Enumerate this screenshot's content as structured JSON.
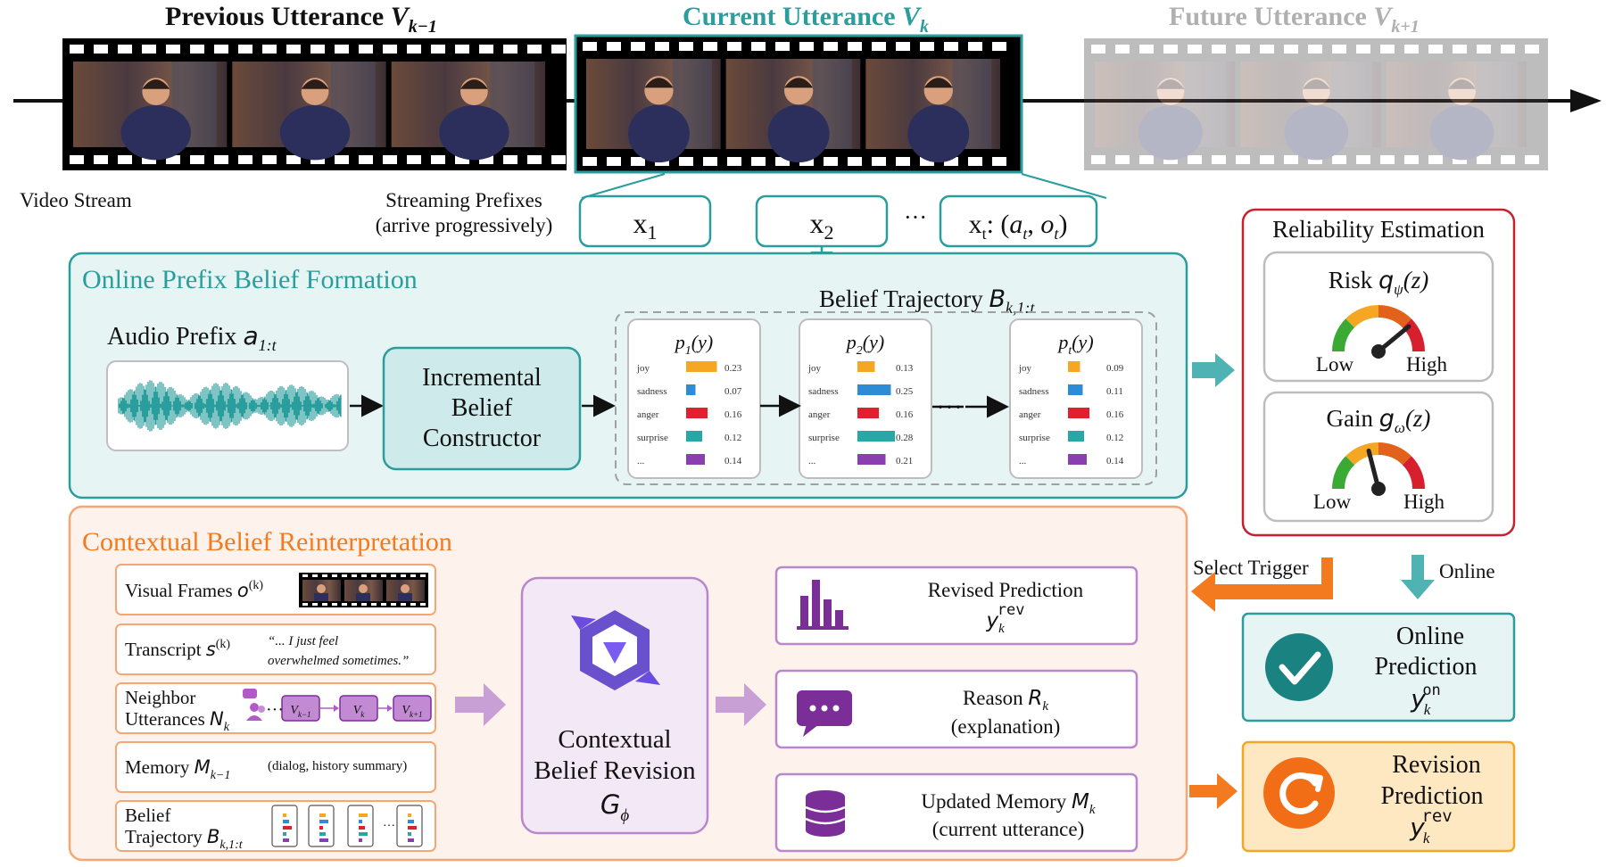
{
  "utterances": {
    "previous": {
      "label": "Previous Utterance ",
      "var": "V",
      "sub": "k−1"
    },
    "current": {
      "label": "Current Utterance ",
      "var": "V",
      "sub": "k"
    },
    "future": {
      "label": "Future Utterance ",
      "var": "V",
      "sub": "k+1"
    }
  },
  "stream": {
    "video_stream": "Video Stream",
    "prefix_line1": "Streaming Prefixes",
    "prefix_line2": "(arrive progressively)",
    "x1": "x",
    "x1_sub": "1",
    "x2": "x",
    "x2_sub": "2",
    "dots": "···",
    "xt": "x",
    "xt_sub": "t",
    "xt_rest": ": (",
    "xt_a": "a",
    "xt_o": "o",
    "xt_close": ")"
  },
  "online_belief": {
    "title": "Online Prefix Belief Formation",
    "audio_label": "Audio Prefix ",
    "audio_var": "a",
    "audio_sub": "1:t",
    "constructor_lines": [
      "Incremental",
      "Belief",
      "Constructor"
    ],
    "trajectory_label": "Belief Trajectory ",
    "trajectory_var": "B",
    "trajectory_sub": "k,1:t",
    "ellipsis": "···",
    "cards": [
      {
        "title": "p",
        "sub": "1",
        "rest": "(y)",
        "rows": [
          {
            "label": "joy",
            "value": 0.23,
            "color": "#f5a623"
          },
          {
            "label": "sadness",
            "value": 0.07,
            "color": "#2e8bd6"
          },
          {
            "label": "anger",
            "value": 0.16,
            "color": "#e0202e"
          },
          {
            "label": "surprise",
            "value": 0.12,
            "color": "#2aa6a6"
          },
          {
            "label": "...",
            "value": 0.14,
            "color": "#8a3fb0"
          }
        ]
      },
      {
        "title": "p",
        "sub": "2",
        "rest": "(y)",
        "rows": [
          {
            "label": "joy",
            "value": 0.13,
            "color": "#f5a623"
          },
          {
            "label": "sadness",
            "value": 0.25,
            "color": "#2e8bd6"
          },
          {
            "label": "anger",
            "value": 0.16,
            "color": "#e0202e"
          },
          {
            "label": "surprise",
            "value": 0.28,
            "color": "#2aa6a6"
          },
          {
            "label": "...",
            "value": 0.21,
            "color": "#8a3fb0"
          }
        ]
      },
      {
        "title": "p",
        "sub": "t",
        "rest": "(y)",
        "rows": [
          {
            "label": "joy",
            "value": 0.09,
            "color": "#f5a623"
          },
          {
            "label": "sadness",
            "value": 0.11,
            "color": "#2e8bd6"
          },
          {
            "label": "anger",
            "value": 0.16,
            "color": "#e0202e"
          },
          {
            "label": "surprise",
            "value": 0.12,
            "color": "#2aa6a6"
          },
          {
            "label": "...",
            "value": 0.14,
            "color": "#8a3fb0"
          }
        ]
      }
    ]
  },
  "reliability": {
    "title": "Reliability  Estimation",
    "risk": {
      "label": "Risk ",
      "var": "q",
      "sub": "ψ",
      "rest": "(z)",
      "low": "Low",
      "high": "High",
      "level": 0.78
    },
    "gain": {
      "label": "Gain ",
      "var": "g",
      "sub": "ω",
      "rest": "(z)",
      "low": "Low",
      "high": "High",
      "level": 0.42
    }
  },
  "decision": {
    "select_trigger": "Select Trigger",
    "online": "Online",
    "online_prediction_lines": [
      "Online",
      "Prediction"
    ],
    "online_var": "y",
    "online_sub": "k",
    "online_sup": "on",
    "revision_prediction_lines": [
      "Revision",
      "Prediction"
    ],
    "revision_var": "y",
    "revision_sub": "k",
    "revision_sup": "rev"
  },
  "contextual": {
    "title": "Contextual Belief Reinterpretation",
    "visual_frames": "Visual Frames ",
    "visual_var": "o",
    "visual_sup": "(k)",
    "transcript": "Transcript ",
    "transcript_var": "s",
    "transcript_sup": "(k)",
    "transcript_quote_1": "“... I just feel",
    "transcript_quote_2": "overwhelmed sometimes.”",
    "neighbor_line1": "Neighbor",
    "neighbor_line2": "Utterances ",
    "neighbor_var": "N",
    "neighbor_sub": "k",
    "chain": [
      "V",
      "V",
      "V"
    ],
    "chain_subs": [
      "k−1",
      "k",
      "k+1"
    ],
    "memory": "Memory ",
    "memory_var": "M",
    "memory_sub": "k−1",
    "memory_note": "(dialog, history summary)",
    "belief_line1": "Belief",
    "belief_line2": "Trajectory ",
    "belief_var": "B",
    "belief_sub": "k,1:t",
    "revision_lines": [
      "Contextual",
      "Belief Revision"
    ],
    "revision_var": "G",
    "revision_sub": "ϕ",
    "outputs": {
      "revised": "Revised Prediction",
      "revised_var": "y",
      "revised_sub": "k",
      "revised_sup": "rev",
      "reason": "Reason ",
      "reason_var": "R",
      "reason_sub": "k",
      "reason_note": "(explanation)",
      "memory": "Updated Memory ",
      "memory_var": "M",
      "memory_sub": "k",
      "memory_note": "(current utterance)"
    }
  },
  "colors": {
    "teal": "#2a9d9d",
    "teal_fill": "#e7f4f4",
    "orange": "#f47a20",
    "orange_fill": "#fdf3ec",
    "red": "#c8202e",
    "purple": "#8e44ad",
    "purple_fill": "#f3e9f6"
  }
}
